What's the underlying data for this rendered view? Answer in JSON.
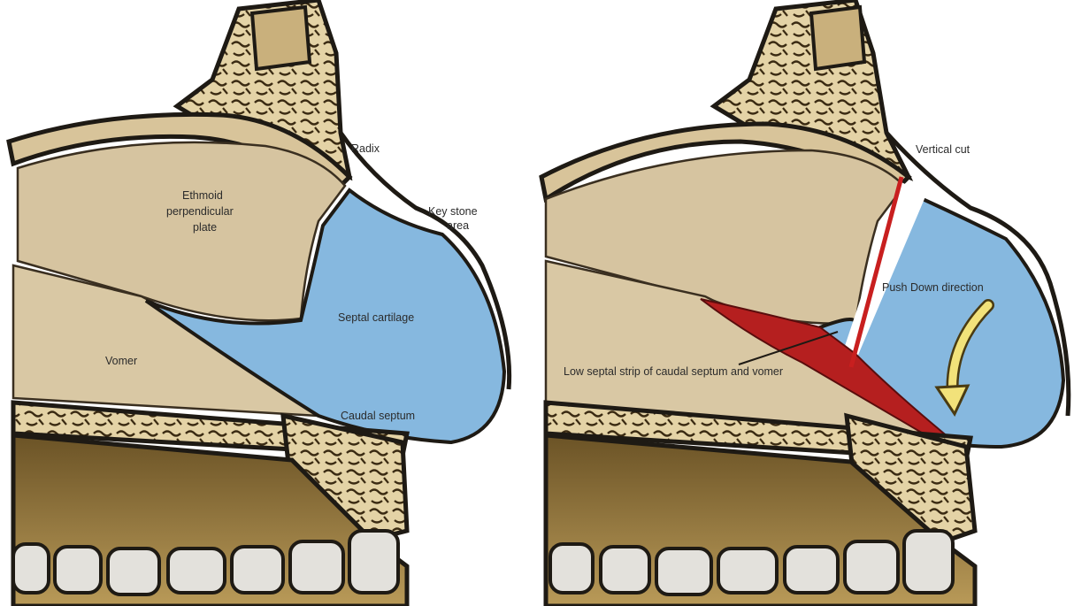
{
  "left_panel": {
    "labels": {
      "radix": "Radix",
      "keystone_line1": "Key stone",
      "keystone_line2": "area",
      "ethmoid_line1": "Ethmoid",
      "ethmoid_line2": "perpendicular",
      "ethmoid_line3": "plate",
      "septal_cartilage": "Septal cartilage",
      "vomer": "Vomer",
      "caudal_septum": "Caudal septum"
    }
  },
  "right_panel": {
    "labels": {
      "vertical_cut": "Vertical cut",
      "push_down": "Push Down direction",
      "low_septal_strip": "Low septal strip of caudal septum and vomer"
    }
  },
  "colors": {
    "bone": "#d8c49a",
    "bone_dark": "#8a6a2e",
    "cartilage": "#86b8df",
    "resected_strip": "#b51f1f",
    "outline": "#1e1a14",
    "arrow": "#f2e27a"
  }
}
